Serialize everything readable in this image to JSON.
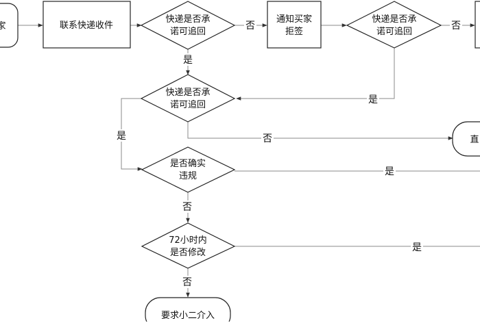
{
  "nodes": {
    "start_partial": {
      "label": "家"
    },
    "contact_courier": {
      "label": "联系快递收件"
    },
    "decision_1": {
      "lines": [
        "快递是否承",
        "诺可追回"
      ]
    },
    "notify_buyer": {
      "lines": [
        "通知买家",
        "拒签"
      ]
    },
    "decision_2": {
      "lines": [
        "快递是否承",
        "诺可追回"
      ]
    },
    "decision_3": {
      "lines": [
        "快递是否承",
        "诺可追回"
      ]
    },
    "confirm_violation": {
      "lines": [
        "是否确实",
        "违规"
      ]
    },
    "modify_72h": {
      "lines": [
        "72小时内",
        "是否修改"
      ]
    },
    "request_mediator": {
      "label": "要求小二介入"
    },
    "right_terminal_partial": {
      "label": "直"
    }
  },
  "edge_labels": {
    "d1_no": "否",
    "d1_yes": "是",
    "d2_no": "否",
    "d2_yes": "是",
    "d3_no": "否",
    "d3_yes": "是",
    "violation_yes": "是",
    "violation_no": "否",
    "modify_yes": "是",
    "modify_no": "否"
  }
}
